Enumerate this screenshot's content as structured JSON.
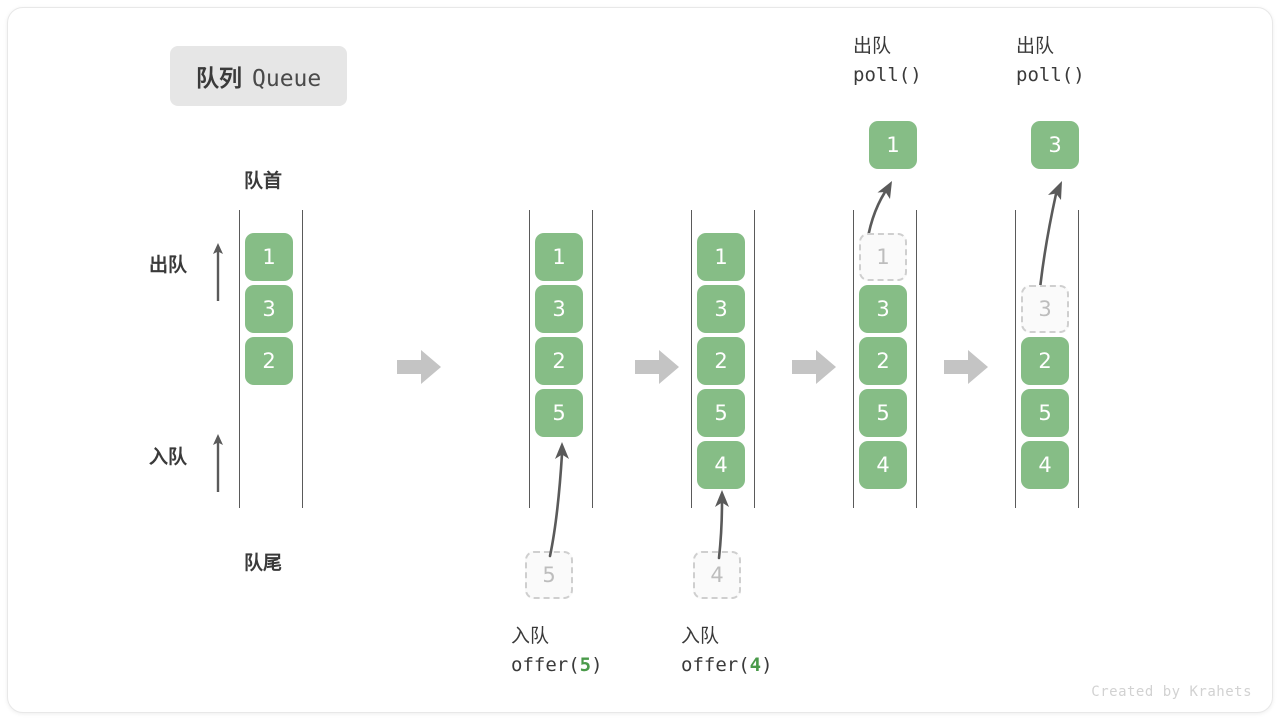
{
  "title": {
    "cn": "队列",
    "en": "Queue"
  },
  "labels": {
    "head": "队首",
    "tail": "队尾",
    "dequeue_side": "出队",
    "enqueue_side": "入队"
  },
  "colors": {
    "element": "#86bd86",
    "element_text": "#ffffff",
    "ghost_border": "#cfcfcf",
    "ghost_text": "#bdbdbd",
    "rail": "#5a5a5a",
    "separator_arrow": "#c4c4c4",
    "motion_arrow": "#5a5a5a",
    "accent_arg": "#4a9a4a",
    "badge_bg": "#e6e6e6",
    "text": "#3a3a3a",
    "credit": "#d2d2d2"
  },
  "captions": {
    "offer5": {
      "cn": "入队",
      "fn_prefix": "offer(",
      "arg": "5",
      "fn_suffix": ")"
    },
    "offer4": {
      "cn": "入队",
      "fn_prefix": "offer(",
      "arg": "4",
      "fn_suffix": ")"
    },
    "poll1": {
      "cn": "出队",
      "fn_prefix": "poll(",
      "arg": "",
      "fn_suffix": ")"
    },
    "poll2": {
      "cn": "出队",
      "fn_prefix": "poll(",
      "arg": "",
      "fn_suffix": ")"
    }
  },
  "columns": [
    {
      "id": "state-initial",
      "items": [
        "1",
        "3",
        "2"
      ],
      "ghost_index": -1,
      "pending": null,
      "emitted": null
    },
    {
      "id": "state-after-offer-5",
      "items": [
        "1",
        "3",
        "2",
        "5"
      ],
      "ghost_index": -1,
      "pending": "5",
      "emitted": null
    },
    {
      "id": "state-after-offer-4",
      "items": [
        "1",
        "3",
        "2",
        "5",
        "4"
      ],
      "ghost_index": -1,
      "pending": "4",
      "emitted": null
    },
    {
      "id": "state-poll-1",
      "items": [
        "1",
        "3",
        "2",
        "5",
        "4"
      ],
      "ghost_index": 0,
      "pending": null,
      "emitted": "1"
    },
    {
      "id": "state-poll-3",
      "items": [
        "",
        "3",
        "2",
        "5",
        "4"
      ],
      "ghost_index": 1,
      "pending": null,
      "emitted": "3"
    }
  ],
  "credit": "Created by Krahets"
}
